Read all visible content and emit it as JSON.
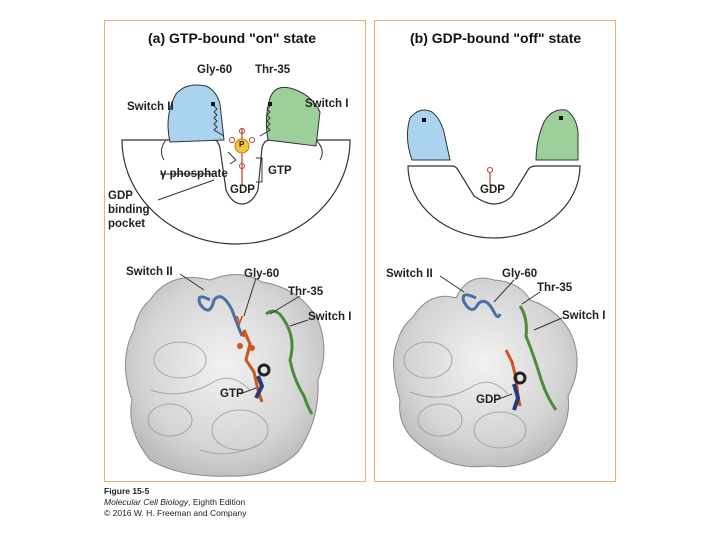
{
  "panel_a": {
    "title": "(a) GTP-bound \"on\" state",
    "labels": {
      "gly60": "Gly-60",
      "thr35": "Thr-35",
      "switch2": "Switch II",
      "switch1": "Switch I",
      "p": "P",
      "gamma_phosphate": "γ phosphate",
      "gtp": "GTP",
      "gdp": "GDP",
      "pocket": [
        "GDP",
        "binding",
        "pocket"
      ]
    },
    "structure_labels": {
      "switch2": "Switch II",
      "gly60": "Gly-60",
      "thr35": "Thr-35",
      "switch1": "Switch I",
      "gamma": "γ",
      "gtp": "GTP"
    }
  },
  "panel_b": {
    "title": "(b) GDP-bound \"off\" state",
    "labels": {
      "gdp": "GDP"
    },
    "structure_labels": {
      "switch2": "Switch II",
      "gly60": "Gly-60",
      "thr35": "Thr-35",
      "switch1": "Switch I",
      "gdp": "GDP"
    }
  },
  "colors": {
    "switch2": "#a9d3ef",
    "switch1": "#9dcf9b",
    "phosphate": "#f5a623",
    "frame": "#e7b27a"
  },
  "caption": {
    "figure": "Figure 15-5",
    "book": "Molecular Cell Biology",
    "edition": ", Eighth Edition",
    "copyright": "© 2016 W. H. Freeman and Company"
  }
}
